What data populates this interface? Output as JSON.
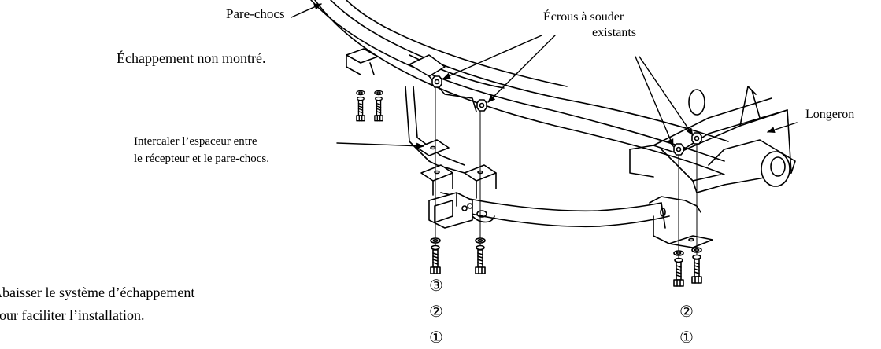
{
  "labels": {
    "bumper": "Pare-chocs",
    "weld_nuts_line1": "Écrous à souder",
    "weld_nuts_line2": "existants",
    "exhaust_not_shown": "Échappement non montré.",
    "frame_rail": "Longeron",
    "spacer_line1": "Intercaler l’espaceur entre",
    "spacer_line2": "le récepteur et le pare-chocs.",
    "lower_exhaust_line1": "Abaisser le système d’échappement",
    "lower_exhaust_line2": "pour faciliter l’installation."
  },
  "hardware_left": [
    "③",
    "②",
    "①"
  ],
  "hardware_right": [
    "②",
    "①"
  ]
}
